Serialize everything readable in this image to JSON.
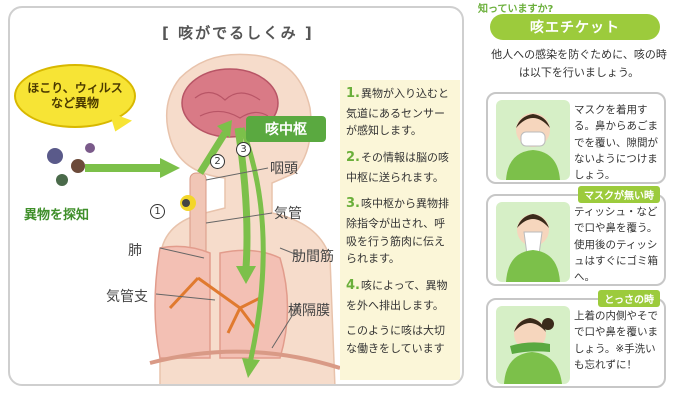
{
  "mechanism": {
    "title": "[ 咳がでるしくみ ]",
    "bubble_line1": "ほこり、ウィルス",
    "bubble_line2": "など異物",
    "detect_label": "異物を探知",
    "cough_center": "咳中枢",
    "labels": {
      "pharynx": "咽頭",
      "trachea": "気管",
      "lung": "肺",
      "intercostal": "肋間筋",
      "bronchi": "気管支",
      "diaphragm": "横隔膜"
    },
    "markers": [
      "1",
      "2",
      "3"
    ],
    "steps": [
      {
        "num": "1.",
        "text": "異物が入り込むと気道にあるセンサーが感知します。"
      },
      {
        "num": "2.",
        "text": "その情報は脳の咳中枢に送られます。"
      },
      {
        "num": "3.",
        "text": "咳中枢から異物排除指令が出され、呼吸を行う筋肉に伝えられます。"
      },
      {
        "num": "4.",
        "text": "咳によって、異物を外へ排出します。"
      }
    ],
    "summary": "このように咳は大切な働きをしています"
  },
  "etiquette": {
    "question": "知っていますか?",
    "title": "咳エチケット",
    "intro": "他人への感染を防ぐために、咳の時は以下を行いましょう。",
    "cards": [
      {
        "badge": "",
        "text": "マスクを着用する。鼻からあごまでを覆い、隙間がないようにつけましょう。"
      },
      {
        "badge": "マスクが無い時",
        "text": "ティッシュ・などで口や鼻を覆う。使用後のティッシュはすぐにゴミ箱へ。"
      },
      {
        "badge": "とっさの時",
        "text": "上着の内側やそでで口や鼻を覆いましょう。※手洗いも忘れずに！"
      }
    ]
  },
  "colors": {
    "accent_green": "#5aa940",
    "light_green": "#9ccb3c",
    "bubble_yellow": "#f7e435",
    "panel_cream": "#fbf6d8"
  }
}
